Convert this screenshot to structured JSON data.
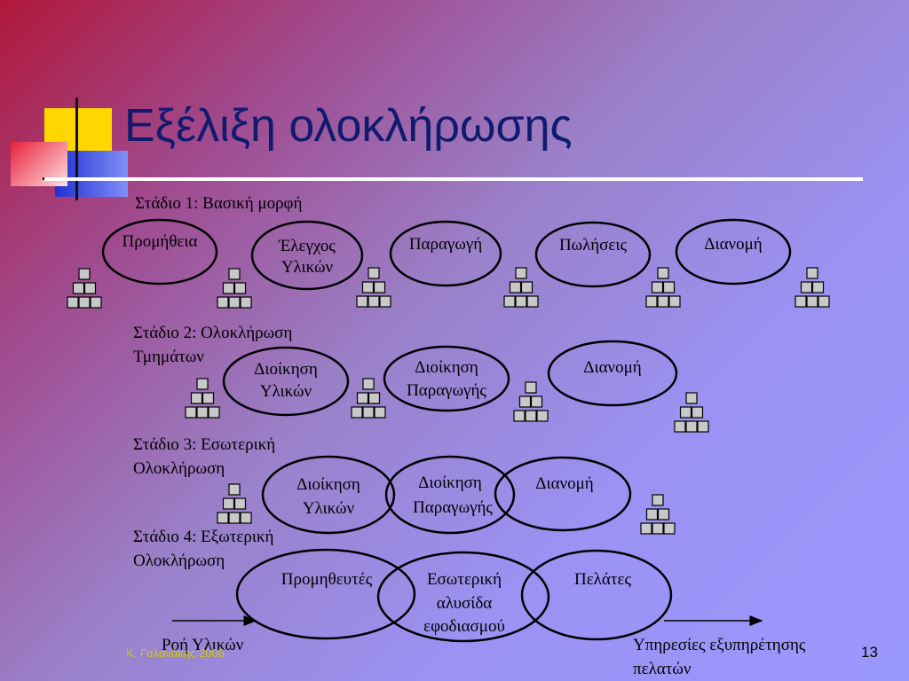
{
  "slide": {
    "title": "Εξέλιξη ολοκλήρωσης",
    "stages": [
      {
        "label_lines": [
          "Στάδιο 1: Βασική μορφή"
        ]
      },
      {
        "label_lines": [
          "Στάδιο 2: Ολοκλήρωση",
          "Τμημάτων"
        ]
      },
      {
        "label_lines": [
          "Στάδιο 3: Εσωτερική",
          "Ολοκλήρωση"
        ]
      },
      {
        "label_lines": [
          "Στάδιο 4: Εξωτερική",
          "Ολοκλήρωση"
        ]
      }
    ],
    "stage1_nodes": [
      {
        "lines": [
          "Προμήθεια"
        ]
      },
      {
        "lines": [
          "Έλεγχος",
          "Υλικών"
        ]
      },
      {
        "lines": [
          "Παραγωγή"
        ]
      },
      {
        "lines": [
          "Πωλήσεις"
        ]
      },
      {
        "lines": [
          "Διανομή"
        ]
      }
    ],
    "stage2_nodes": [
      {
        "lines": [
          "Διοίκηση",
          "Υλικών"
        ]
      },
      {
        "lines": [
          "Διοίκηση",
          "Παραγωγής"
        ]
      },
      {
        "lines": [
          "Διανομή"
        ]
      }
    ],
    "stage3_nodes": [
      {
        "lines": [
          "Διοίκηση",
          "Υλικών"
        ]
      },
      {
        "lines": [
          "Διοίκηση",
          "Παραγωγής"
        ]
      },
      {
        "lines": [
          "Διανομή"
        ]
      }
    ],
    "stage4_nodes": [
      {
        "lines": [
          "Προμηθευτές"
        ]
      },
      {
        "lines": [
          "Εσωτερική",
          "αλυσίδα",
          "εφοδιασμού"
        ]
      },
      {
        "lines": [
          "Πελάτες"
        ]
      }
    ],
    "flow_left_label": "Ροή Υλικών",
    "flow_right_label_lines": [
      "Υπηρεσίες εξυπηρέτησης",
      "πελατών"
    ],
    "footer": "Κ. Γαλανάκης 2006",
    "page_number": "13"
  },
  "colors": {
    "title": "#101a6e",
    "outline": "#000000",
    "square_fill": "#c8c8c8",
    "footer": "#cccc00",
    "logo_yellow": "#ffd700",
    "logo_red": "#e8203a",
    "logo_blue": "#3040e0"
  }
}
